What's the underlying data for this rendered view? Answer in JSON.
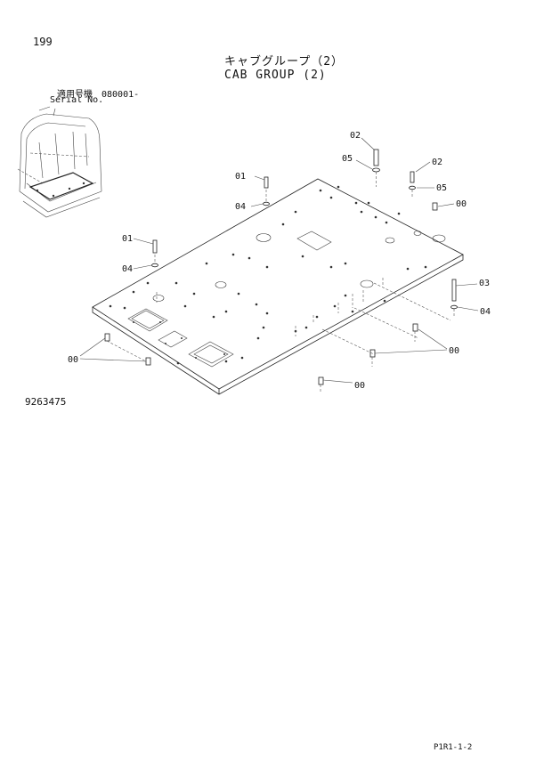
{
  "page": {
    "page_number": "199",
    "title_jp": "キャブグループ（2）",
    "title_en": "CAB GROUP (2)",
    "serial_label_jp": "適用号機　080001-",
    "serial_label_en": "Serial No.",
    "drawing_number": "9263475",
    "footer_code": "P1R1-1-2"
  },
  "callouts": {
    "c02a": "02",
    "c05a": "05",
    "c02b": "02",
    "c05b": "05",
    "c00a": "00",
    "c01a": "01",
    "c04a": "04",
    "c01b": "01",
    "c04b": "04",
    "c03": "03",
    "c04c": "04",
    "c00b": "00",
    "c00c": "00",
    "c00d": "00"
  }
}
